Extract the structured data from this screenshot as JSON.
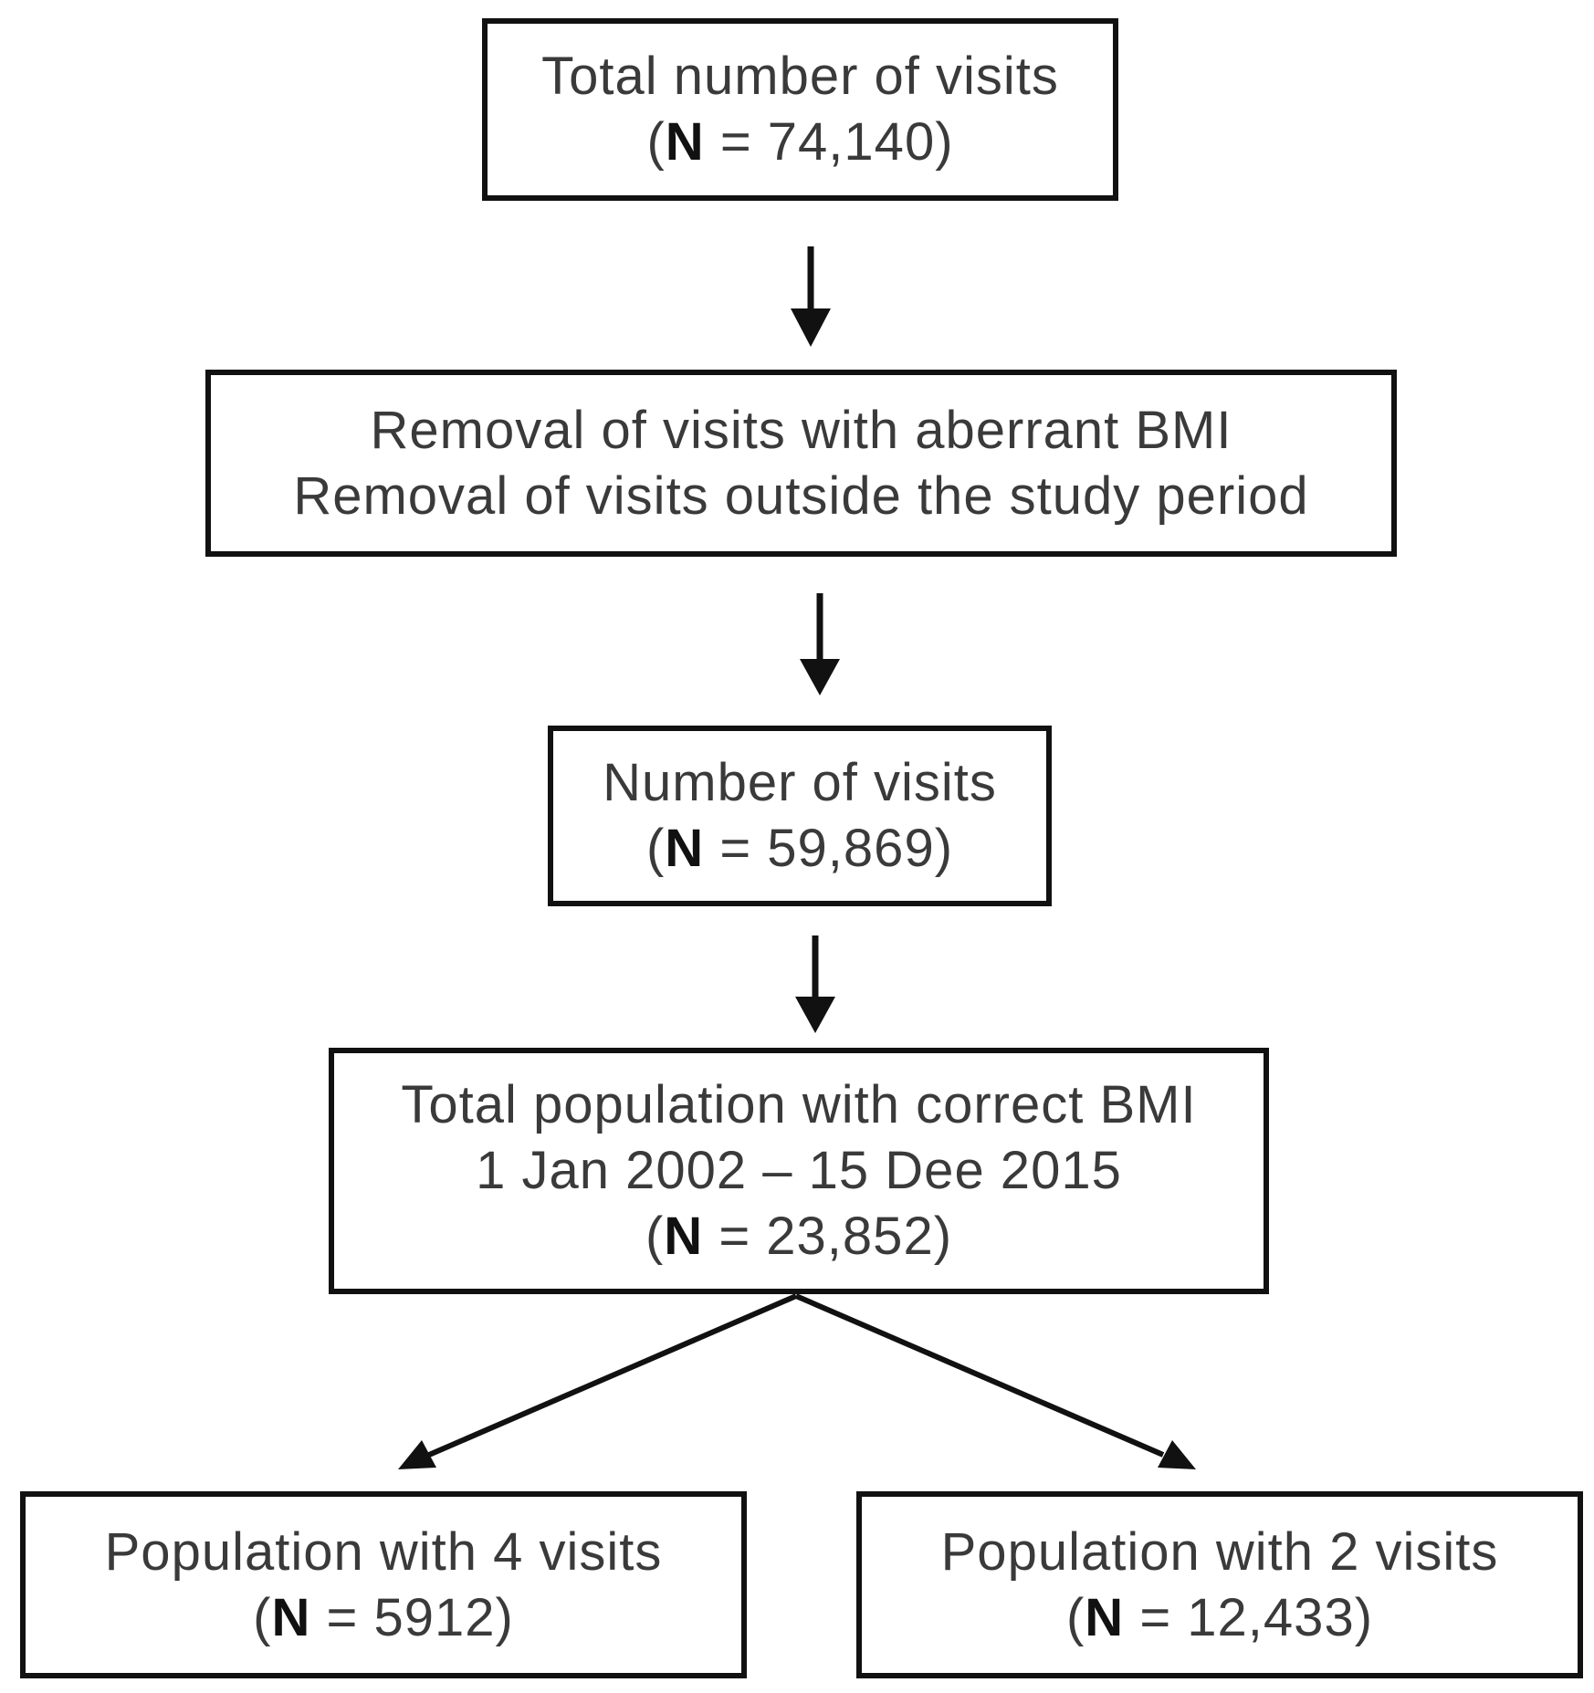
{
  "boxes": {
    "total": {
      "title": "Total number of visits",
      "n_label": "N",
      "n_value": "= 74,140)"
    },
    "removal": {
      "line1": "Removal of visits with aberrant BMI",
      "line2": "Removal of visits outside the study period"
    },
    "visits": {
      "title": "Number of visits",
      "n_label": "N",
      "n_value": "= 59,869)"
    },
    "population": {
      "title": "Total population with correct BMI",
      "period": "1 Jan 2002 – 15 Dee 2015",
      "n_label": "N",
      "n_value": "= 23,852)"
    },
    "four_visits": {
      "title": "Population with 4 visits",
      "n_label": "N",
      "n_value": "= 5912)"
    },
    "two_visits": {
      "title": "Population with 2 visits",
      "n_label": "N",
      "n_value": "= 12,433)"
    }
  }
}
